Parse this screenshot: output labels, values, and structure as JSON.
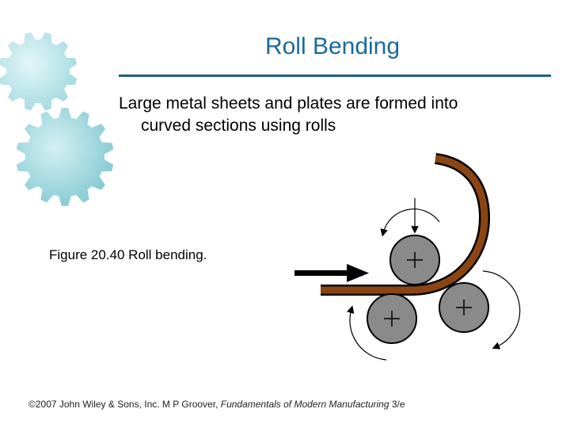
{
  "slide": {
    "title": "Roll Bending",
    "bullet_line1": "Large metal sheets and plates are formed into",
    "bullet_line2": "curved sections using rolls",
    "figure_caption": "Figure 20.40  Roll bending.",
    "footer": {
      "copyright": "©2007 John Wiley & Sons, Inc.  M P Groover, ",
      "book_title": "Fundamentals of Modern Manufacturing",
      "edition": " 3/e"
    }
  },
  "colors": {
    "title": "#1a6a9a",
    "title_rule": "#1f5f86",
    "gear_light": "#b8e6ec",
    "gear_dark": "#8fd0d9",
    "roll_fill": "#8a8a8a",
    "sheet": "#8b4513"
  },
  "icons": [
    "gear-icon",
    "gear-icon",
    "roll-icon",
    "roll-icon",
    "roll-icon",
    "feed-arrow-icon",
    "rotation-arrow-icon"
  ]
}
